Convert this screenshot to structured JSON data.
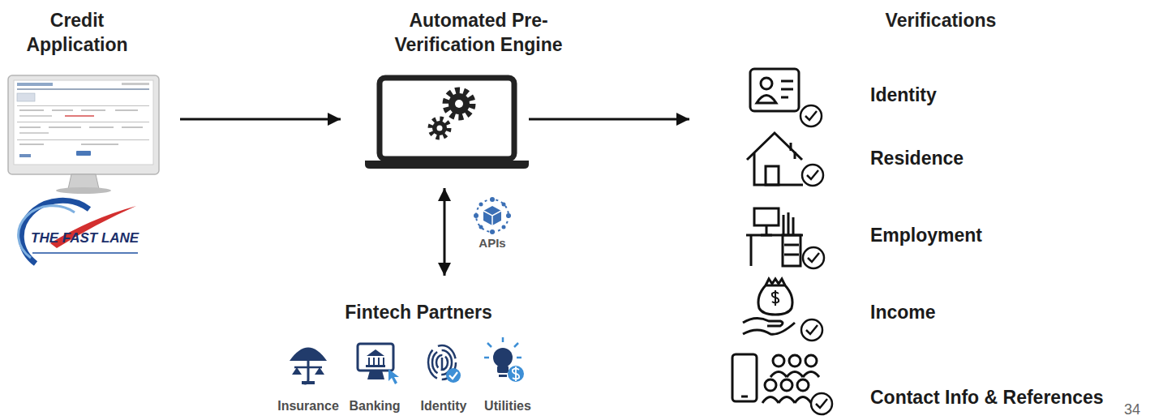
{
  "diagram": {
    "nodes": [
      {
        "text": [
          "Credit Application"
        ]
      },
      {
        "text": [
          "Automated Pre-Verification Engine"
        ]
      },
      {
        "text": [
          "Verifications"
        ]
      },
      {
        "text": [
          "Identity"
        ],
        "in": 2
      },
      {
        "text": [
          "Residence"
        ],
        "in": 2
      },
      {
        "text": [
          "Employment"
        ],
        "in": 2
      },
      {
        "text": [
          "Income"
        ],
        "in": 2
      },
      {
        "text": [
          "Contact Info & References"
        ],
        "in": 2
      },
      {
        "text": [
          "Fintech Partners"
        ]
      },
      {
        "text": [
          "Insurance"
        ],
        "in": 8
      },
      {
        "text": [
          "Banking"
        ],
        "in": 8
      },
      {
        "text": [
          "Identity"
        ],
        "in": 8
      },
      {
        "text": [
          "Utilities"
        ],
        "in": 8
      }
    ],
    "edges": [
      {
        "from": 0,
        "to": 1,
        "arrow": "to"
      },
      {
        "from": 1,
        "to": 2,
        "arrow": "to"
      },
      {
        "from": 1,
        "to": 8,
        "arrow": "both"
      }
    ],
    "labels": [
      "THE FAST LANE",
      "APIs",
      "34"
    ]
  }
}
